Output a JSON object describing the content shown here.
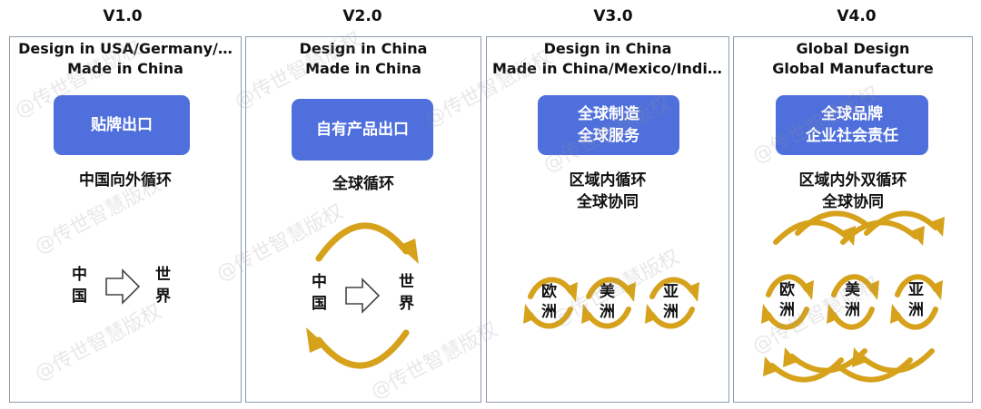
{
  "panels": [
    {
      "version": "V1.0",
      "caption_lines": [
        "Design in USA/Germany/…",
        "Made in China"
      ],
      "pill_lines": [
        "贴牌出口"
      ],
      "desc_lines": [
        "中国向外循环"
      ],
      "left_label": [
        "中",
        "国"
      ],
      "right_label": [
        "世",
        "界"
      ]
    },
    {
      "version": "V2.0",
      "caption_lines": [
        "Design in China",
        "Made in China"
      ],
      "pill_lines": [
        "自有产品出口"
      ],
      "desc_lines": [
        "全球循环"
      ],
      "left_label": [
        "中",
        "国"
      ],
      "right_label": [
        "世",
        "界"
      ]
    },
    {
      "version": "V3.0",
      "caption_lines": [
        "Design in China",
        "Made in China/Mexico/India/…"
      ],
      "pill_lines": [
        "全球制造",
        "全球服务"
      ],
      "desc_lines": [
        "区域内循环",
        "全球协同"
      ],
      "regions": [
        [
          "欧",
          "洲"
        ],
        [
          "美",
          "洲"
        ],
        [
          "亚",
          "洲"
        ]
      ]
    },
    {
      "version": "V4.0",
      "caption_lines": [
        "Global Design",
        "Global Manufacture"
      ],
      "pill_lines": [
        "全球品牌",
        "企业社会责任"
      ],
      "desc_lines": [
        "区域内外双循环",
        "全球协同"
      ],
      "regions": [
        [
          "欧",
          "洲"
        ],
        [
          "美",
          "洲"
        ],
        [
          "亚",
          "洲"
        ]
      ]
    }
  ],
  "watermark": "@传世智慧版权",
  "colors": {
    "pill": "#4f6fdc",
    "arrow_gold": "#d6a21c",
    "arrow_gold_light": "#f2d679",
    "border": "#8e9aab"
  }
}
